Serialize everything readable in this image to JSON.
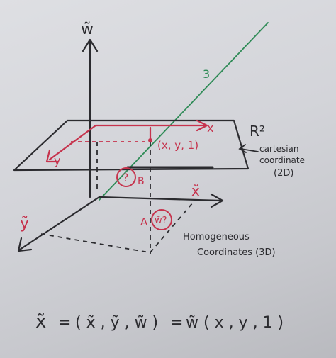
{
  "labels": {
    "axis_w_tilde": "w̃",
    "plane_name": "R²",
    "green_line": "3",
    "red_x": "x",
    "red_y": "y",
    "point_xy1": "(x, y, 1)",
    "cartesian_1": "cartesian",
    "cartesian_2": "coordinate",
    "cartesian_3": "(2D)",
    "circle_q1": "?",
    "point_B": "B",
    "axis_x_tilde": "x̃",
    "point_A": "A",
    "circle_q2": "w̃?",
    "axis_y_tilde": "ỹ",
    "homog_1": "Homogeneous",
    "homog_2": "Coordinates (3D)"
  },
  "equation": {
    "lhs": "x̃",
    "eq1": "=",
    "tuple": "( x̃ , ỹ , w̃ )",
    "eq2": "=",
    "rhs": "w̃ ( x , y , 1 )"
  },
  "colors": {
    "ink": "#2b2b2f",
    "red": "#c6334d",
    "green": "#2f8b57",
    "board": "#d3d4d9"
  }
}
